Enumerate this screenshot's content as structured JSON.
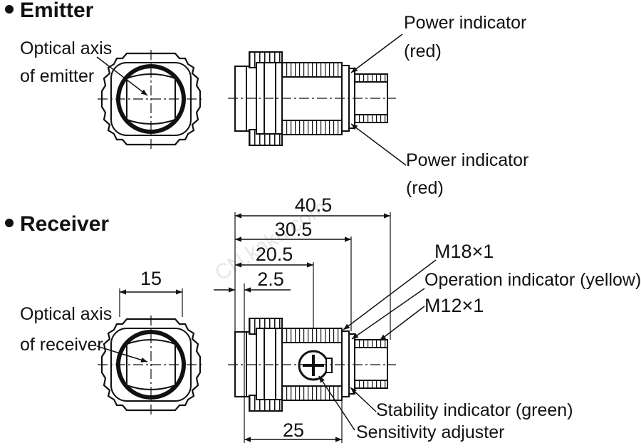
{
  "emitter": {
    "title": "Emitter",
    "optical_axis_line1": "Optical axis",
    "optical_axis_line2": "of emitter",
    "power_indicator_top_line1": "Power indicator",
    "power_indicator_top_line2": "(red)",
    "power_indicator_bottom_line1": "Power indicator",
    "power_indicator_bottom_line2": "(red)"
  },
  "receiver": {
    "title": "Receiver",
    "optical_axis_line1": "Optical axis",
    "optical_axis_line2": "of receiver",
    "width_dim": "15",
    "dim_total": "40.5",
    "dim_30_5": "30.5",
    "dim_20_5": "20.5",
    "dim_2_5": "2.5",
    "dim_25": "25",
    "thread_m18": "M18×1",
    "operation_indicator": "Operation indicator (yellow)",
    "thread_m12": "M12×1",
    "stability_indicator": "Stability indicator (green)",
    "sensitivity_adjuster": "Sensitivity adjuster"
  },
  "watermark": "CN.kaku.com"
}
